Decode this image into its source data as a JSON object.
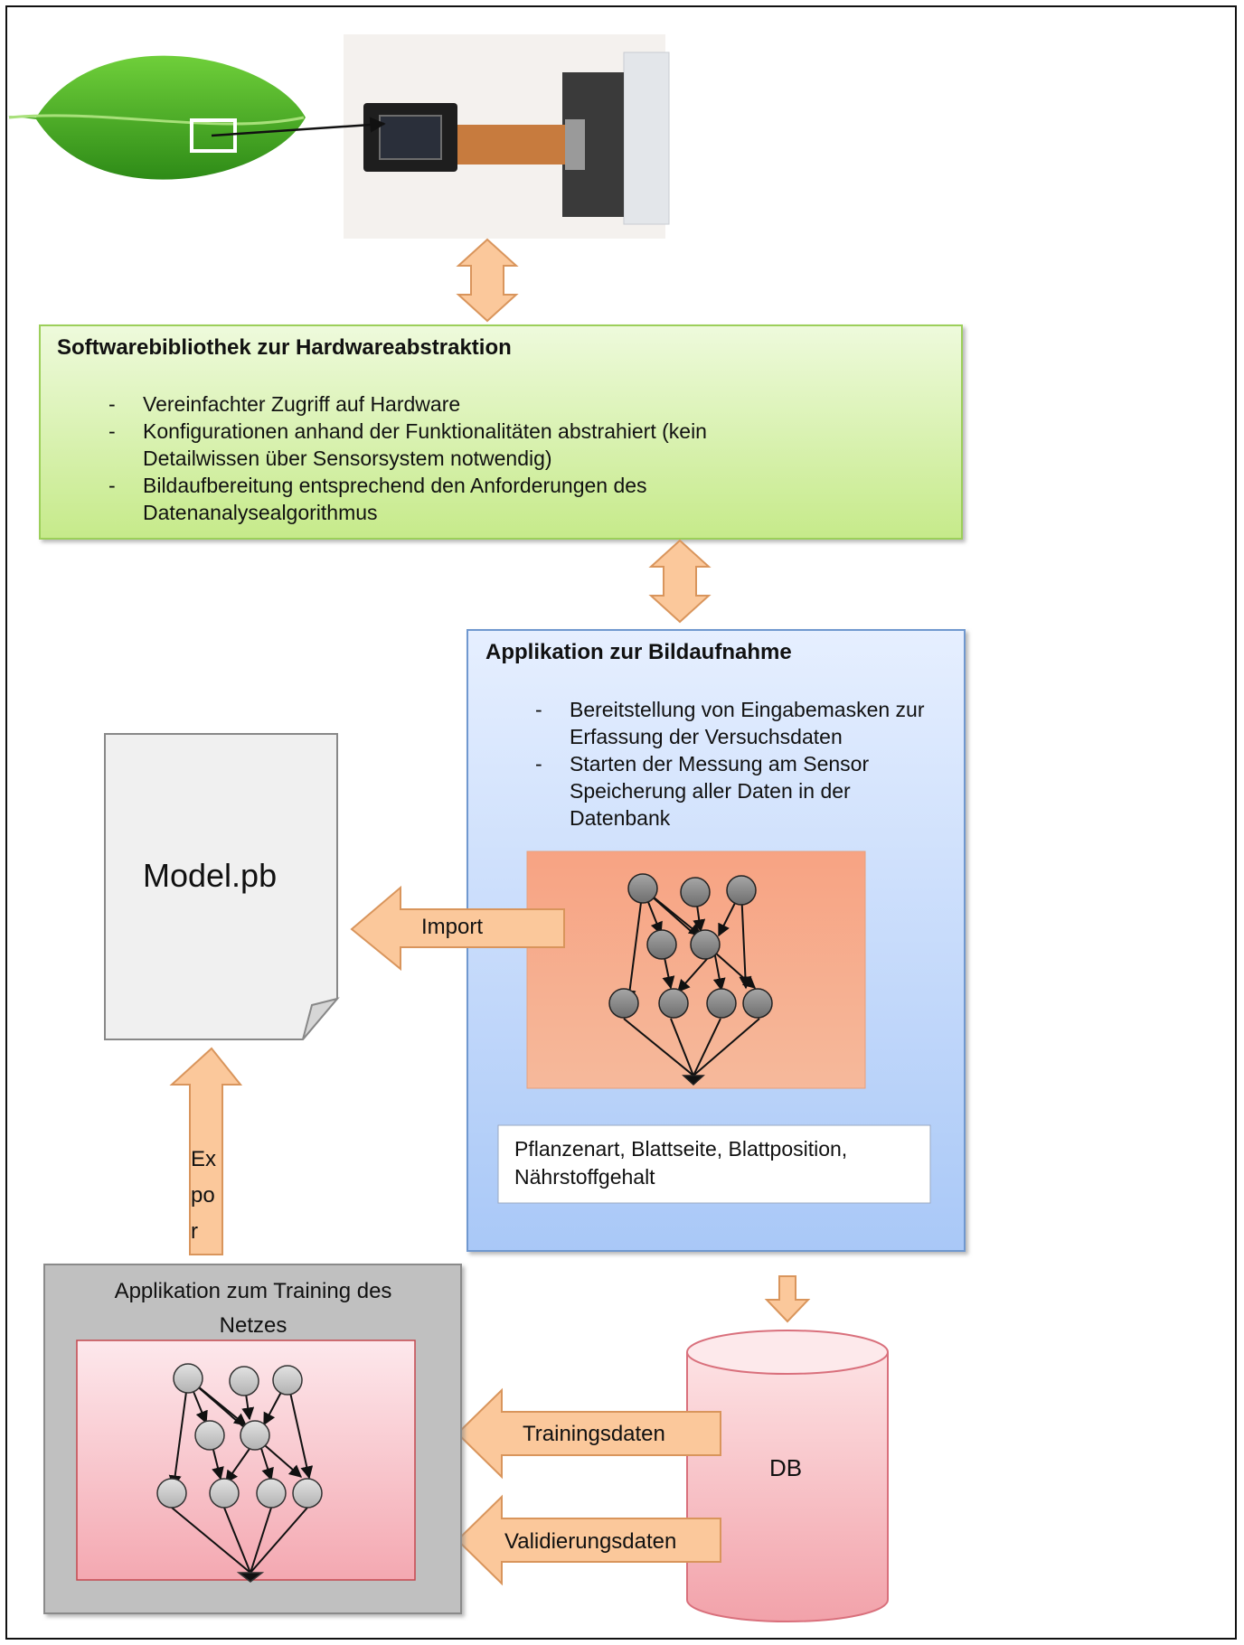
{
  "hardware_box": {
    "title": "Softwarebibliothek zur Hardwareabstraktion",
    "bullets": [
      "Vereinfachter Zugriff auf Hardware",
      "Konfigurationen anhand der Funktionalitäten abstrahiert (kein Detailwissen über Sensorsystem notwendig)",
      "Bildaufbereitung entsprechend den Anforderungen des Datenanalysealgorithmus"
    ]
  },
  "acquisition_box": {
    "title": "Applikation zur Bildaufnahme",
    "bullets": [
      "Bereitstellung von Eingabemasken zur Erfassung der Versuchsdaten",
      "Starten der Messung am Sensor Speicherung aller Daten in der Datenbank"
    ],
    "metadata_text": "Pflanzenart, Blattseite, Blattposition, Nährstoffgehalt"
  },
  "model_file": {
    "label": "Model.pb"
  },
  "training_box": {
    "title": "Applikation zum Training des Netzes"
  },
  "database": {
    "label": "DB"
  },
  "arrows": {
    "import": "Import",
    "export": "Ex por",
    "training_data": "Trainingsdaten",
    "validation_data": "Validierungsdaten"
  },
  "colors": {
    "arrow_fill": "#fbc89b",
    "arrow_stroke": "#d9955c",
    "green_box": "#d6f0a8",
    "blue_box": "#cfe0fb",
    "node_fill": "#8c8c8c"
  }
}
